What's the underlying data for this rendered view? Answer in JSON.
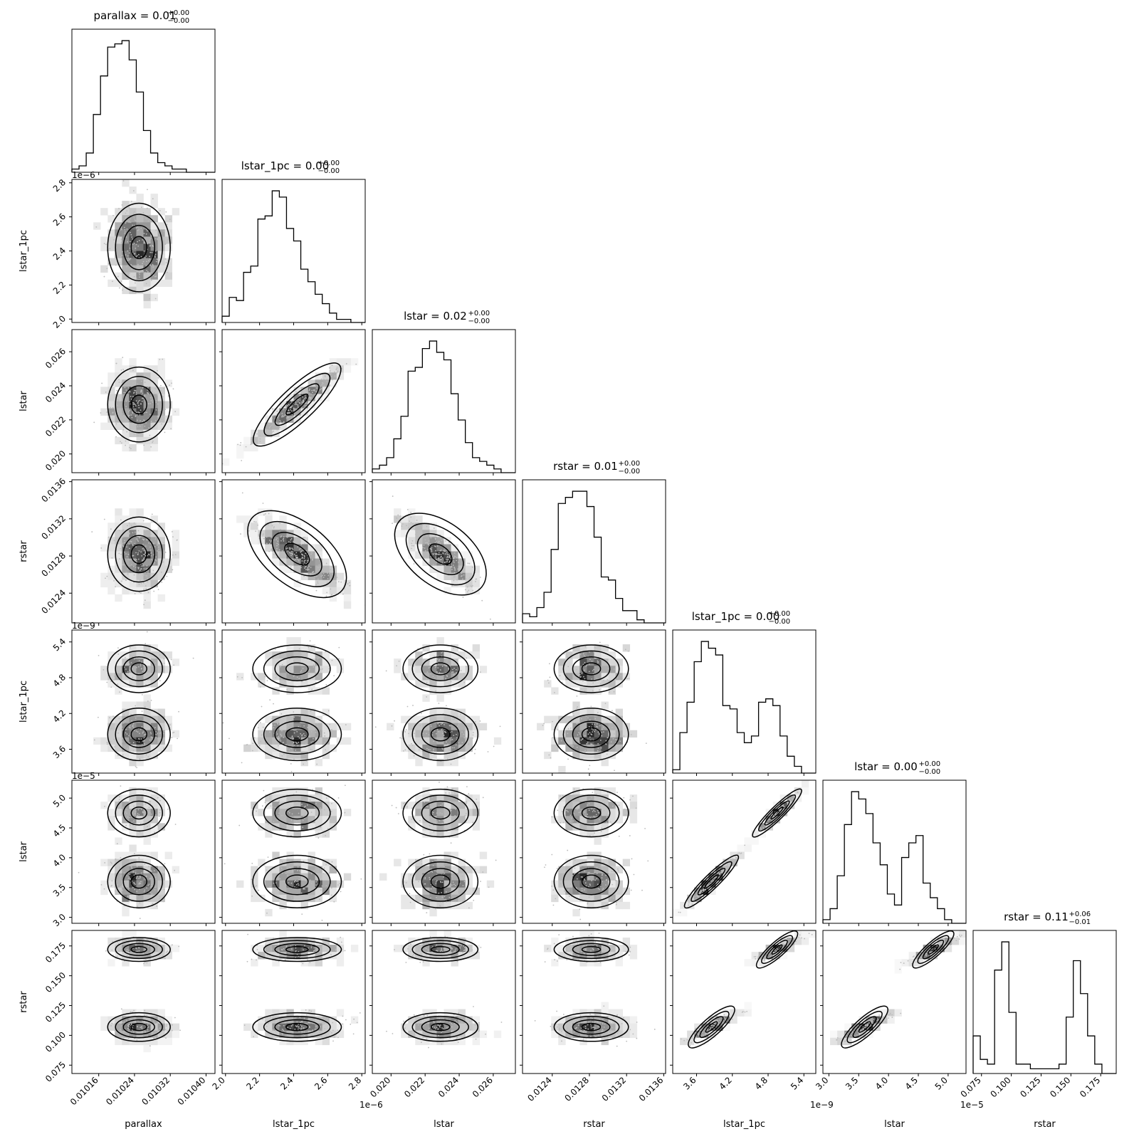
{
  "chart_data": {
    "type": "corner",
    "parameters": [
      {
        "name": "parallax",
        "title": "parallax = 0.01",
        "sup": "+0.00",
        "sub": "−0.00",
        "axis_label": "parallax",
        "range": [
          0.0101,
          0.01042
        ],
        "ticks": [
          0.01016,
          0.01024,
          0.01032,
          0.0104
        ],
        "tick_labels": [
          "0.01016",
          "0.01024",
          "0.01032",
          "0.01040"
        ],
        "offset": "",
        "mean": 0.01025,
        "sd": 3.5e-05
      },
      {
        "name": "lstar_1pc",
        "title": "lstar_1pc = 0.00",
        "sup": "+0.00",
        "sub": "−0.00",
        "axis_label": "lstar_1pc",
        "range": [
          1.98,
          2.82
        ],
        "ticks": [
          2.0,
          2.2,
          2.4,
          2.6,
          2.8
        ],
        "tick_labels": [
          "2.0",
          "2.2",
          "2.4",
          "2.6",
          "2.8"
        ],
        "offset": "1e−6",
        "mean": 2.42,
        "sd": 0.13
      },
      {
        "name": "lstar",
        "title": "lstar = 0.02",
        "sup": "+0.00",
        "sub": "−0.00",
        "axis_label": "lstar",
        "range": [
          0.0189,
          0.0273
        ],
        "ticks": [
          0.02,
          0.022,
          0.024,
          0.026
        ],
        "tick_labels": [
          "0.020",
          "0.022",
          "0.024",
          "0.026"
        ],
        "offset": "",
        "mean": 0.0229,
        "sd": 0.0011
      },
      {
        "name": "rstar",
        "title": "rstar = 0.01",
        "sup": "+0.00",
        "sub": "−0.00",
        "axis_label": "rstar",
        "range": [
          0.01208,
          0.01362
        ],
        "ticks": [
          0.0124,
          0.0128,
          0.0132,
          0.0136
        ],
        "tick_labels": [
          "0.0124",
          "0.0128",
          "0.0132",
          "0.0136"
        ],
        "offset": "",
        "mean": 0.01282,
        "sd": 0.0002
      },
      {
        "name": "lstar_1pc",
        "title": "lstar_1pc = 0.00",
        "sup": "+0.00",
        "sub": "−0.00",
        "axis_label": "lstar_1pc",
        "range": [
          3.2,
          5.6
        ],
        "ticks": [
          3.6,
          4.2,
          4.8,
          5.4
        ],
        "tick_labels": [
          "3.6",
          "4.2",
          "4.8",
          "5.4"
        ],
        "offset": "1e−9",
        "bimodal": [
          [
            3.85,
            0.22,
            0.6
          ],
          [
            4.95,
            0.2,
            0.4
          ]
        ]
      },
      {
        "name": "lstar",
        "title": "lstar = 0.00",
        "sup": "+0.00",
        "sub": "−0.00",
        "axis_label": "lstar",
        "range": [
          2.9,
          5.3
        ],
        "ticks": [
          3.0,
          3.5,
          4.0,
          4.5,
          5.0
        ],
        "tick_labels": [
          "3.0",
          "3.5",
          "4.0",
          "4.5",
          "5.0"
        ],
        "offset": "1e−5",
        "bimodal": [
          [
            3.6,
            0.22,
            0.6
          ],
          [
            4.75,
            0.2,
            0.4
          ]
        ]
      },
      {
        "name": "rstar",
        "title": "rstar = 0.11",
        "sup": "+0.06",
        "sub": "−0.01",
        "axis_label": "rstar",
        "range": [
          0.068,
          0.188
        ],
        "ticks": [
          0.075,
          0.1,
          0.125,
          0.15,
          0.175
        ],
        "tick_labels": [
          "0.075",
          "0.100",
          "0.125",
          "0.150",
          "0.175"
        ],
        "offset": "",
        "bimodal": [
          [
            0.107,
            0.006,
            0.58
          ],
          [
            0.172,
            0.005,
            0.42
          ]
        ]
      }
    ],
    "hist_bins": 20,
    "hist_counts": [
      [
        1,
        2,
        6,
        18,
        30,
        39,
        40,
        41,
        35,
        25,
        13,
        6,
        3,
        2,
        1,
        1,
        0,
        0,
        0,
        0
      ],
      [
        2,
        8,
        7,
        16,
        18,
        33,
        34,
        42,
        40,
        30,
        26,
        17,
        13,
        9,
        6,
        3,
        1,
        1,
        0,
        0
      ],
      [
        1,
        2,
        4,
        9,
        15,
        27,
        28,
        33,
        35,
        32,
        30,
        21,
        14,
        8,
        4,
        3,
        2,
        1,
        0,
        0
      ],
      [
        3,
        2,
        5,
        10,
        24,
        39,
        41,
        43,
        43,
        38,
        28,
        15,
        14,
        8,
        4,
        4,
        1,
        0,
        0,
        0
      ],
      [
        1,
        12,
        21,
        33,
        39,
        37,
        35,
        20,
        19,
        12,
        9,
        11,
        21,
        22,
        20,
        11,
        5,
        2,
        0,
        0
      ],
      [
        1,
        4,
        13,
        27,
        36,
        34,
        30,
        22,
        16,
        8,
        5,
        18,
        22,
        24,
        11,
        7,
        4,
        1,
        0,
        0
      ],
      [
        8,
        3,
        2,
        22,
        28,
        13,
        2,
        2,
        1,
        1,
        1,
        1,
        2,
        12,
        24,
        17,
        8,
        2,
        0,
        0
      ]
    ],
    "contour_levels": [
      "0.5σ",
      "1σ",
      "1.5σ",
      "2σ"
    ],
    "colors": {
      "ink": "#000000",
      "density": "#444444",
      "scatter": "#bbbbbb"
    }
  }
}
